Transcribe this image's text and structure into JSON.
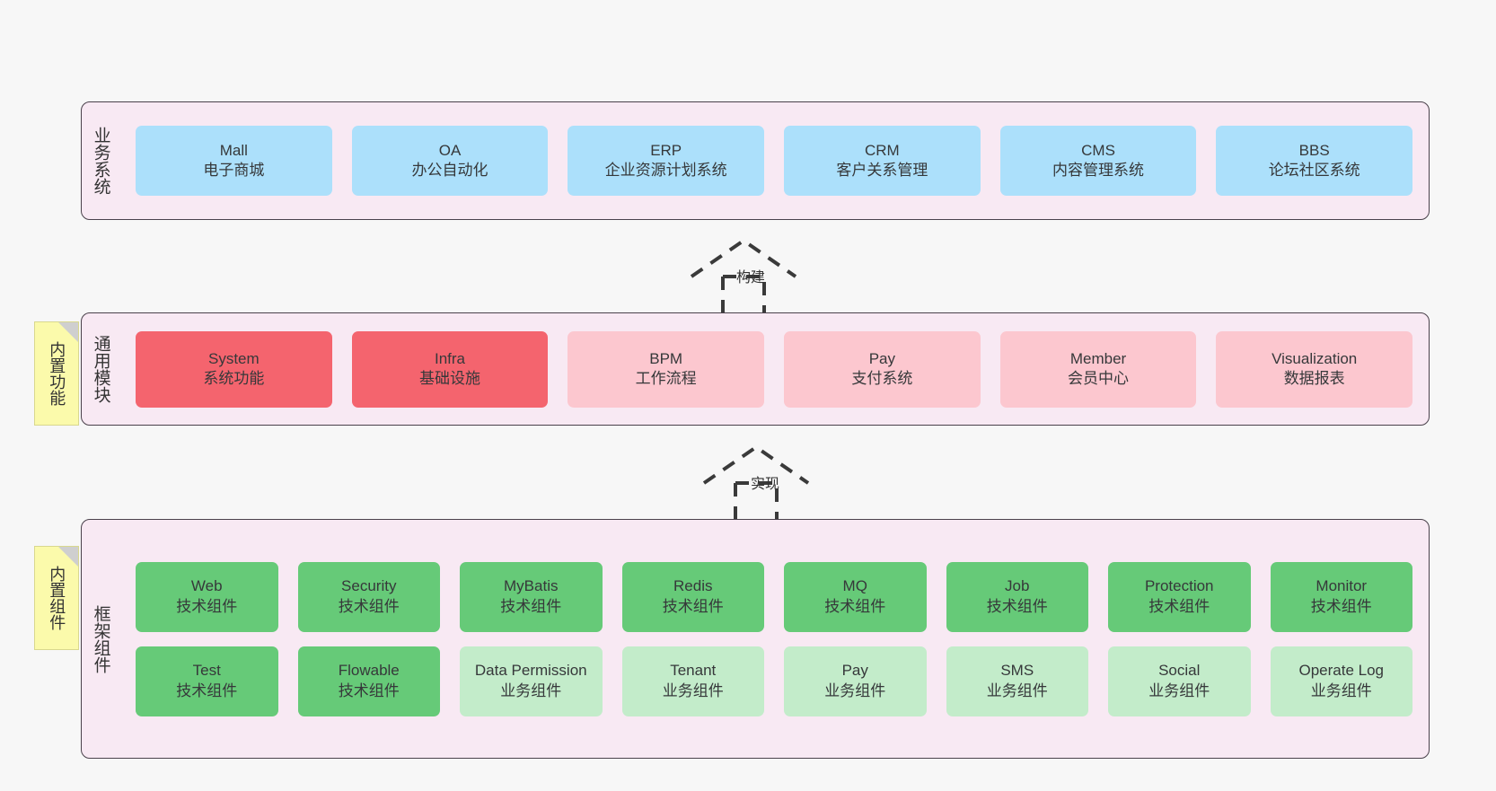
{
  "diagram": {
    "title": "",
    "background_color": "#f7f7f7",
    "layer_fill": "#f8e9f3",
    "layer_border": "#4a414b"
  },
  "layers": [
    {
      "key": "business",
      "label": "业务系统",
      "node_color": "#ace0fb",
      "rows": [
        {
          "nodes": [
            {
              "name": "Mall",
              "sub": "电子商城",
              "style": "blue"
            },
            {
              "name": "OA",
              "sub": "办公自动化",
              "style": "blue"
            },
            {
              "name": "ERP",
              "sub": "企业资源计划系统",
              "style": "blue"
            },
            {
              "name": "CRM",
              "sub": "客户关系管理",
              "style": "blue"
            },
            {
              "name": "CMS",
              "sub": "内容管理系统",
              "style": "blue"
            },
            {
              "name": "BBS",
              "sub": "论坛社区系统",
              "style": "blue"
            }
          ]
        }
      ]
    },
    {
      "key": "common-module",
      "label": "通用模块",
      "note": "内置功能",
      "rows": [
        {
          "nodes": [
            {
              "name": "System",
              "sub": "系统功能",
              "style": "red"
            },
            {
              "name": "Infra",
              "sub": "基础设施",
              "style": "red"
            },
            {
              "name": "BPM",
              "sub": "工作流程",
              "style": "pink"
            },
            {
              "name": "Pay",
              "sub": "支付系统",
              "style": "pink"
            },
            {
              "name": "Member",
              "sub": "会员中心",
              "style": "pink"
            },
            {
              "name": "Visualization",
              "sub": "数据报表",
              "style": "pink"
            }
          ]
        }
      ]
    },
    {
      "key": "framework-component",
      "label": "框架组件",
      "note": "内置组件",
      "rows": [
        {
          "nodes": [
            {
              "name": "Web",
              "sub": "技术组件",
              "style": "green"
            },
            {
              "name": "Security",
              "sub": "技术组件",
              "style": "green"
            },
            {
              "name": "MyBatis",
              "sub": "技术组件",
              "style": "green"
            },
            {
              "name": "Redis",
              "sub": "技术组件",
              "style": "green"
            },
            {
              "name": "MQ",
              "sub": "技术组件",
              "style": "green"
            },
            {
              "name": "Job",
              "sub": "技术组件",
              "style": "green"
            },
            {
              "name": "Protection",
              "sub": "技术组件",
              "style": "green"
            },
            {
              "name": "Monitor",
              "sub": "技术组件",
              "style": "green"
            }
          ]
        },
        {
          "nodes": [
            {
              "name": "Test",
              "sub": "技术组件",
              "style": "green"
            },
            {
              "name": "Flowable",
              "sub": "技术组件",
              "style": "green"
            },
            {
              "name": "Data Permission",
              "sub": "业务组件",
              "style": "mint",
              "wrap": true
            },
            {
              "name": "Tenant",
              "sub": "业务组件",
              "style": "mint"
            },
            {
              "name": "Pay",
              "sub": "业务组件",
              "style": "mint"
            },
            {
              "name": "SMS",
              "sub": "业务组件",
              "style": "mint"
            },
            {
              "name": "Social",
              "sub": "业务组件",
              "style": "mint"
            },
            {
              "name": "Operate Log",
              "sub": "业务组件",
              "style": "mint"
            }
          ]
        }
      ]
    }
  ],
  "connectors": [
    {
      "key": "build",
      "label": "构建",
      "from": "common-module",
      "to": "business",
      "style": "dashed-generalization"
    },
    {
      "key": "implement",
      "label": "实现",
      "from": "framework-component",
      "to": "common-module",
      "style": "dashed-generalization"
    }
  ]
}
